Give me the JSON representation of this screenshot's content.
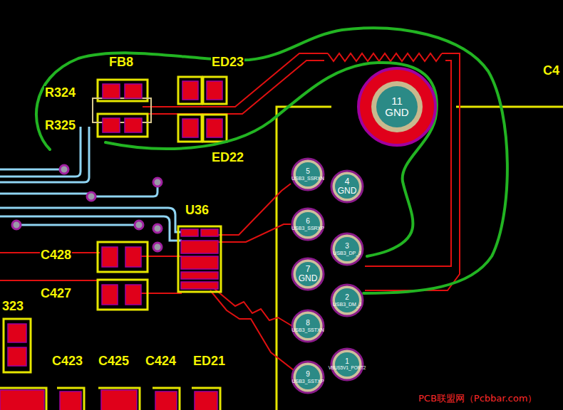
{
  "diagram": {
    "nodes": [
      {
        "text": [
          "11",
          "GND"
        ]
      },
      {
        "text": [
          "5",
          "USB3_SSRXN"
        ]
      },
      {
        "text": [
          "4",
          "GND"
        ]
      },
      {
        "text": [
          "6",
          "USB3_SSRXP"
        ]
      },
      {
        "text": [
          "3",
          "USB3_DP_J"
        ]
      },
      {
        "text": [
          "7",
          "GND"
        ]
      },
      {
        "text": [
          "2",
          "USB3_DM_J"
        ]
      },
      {
        "text": [
          "8",
          "USB3_SSTXN"
        ]
      },
      {
        "text": [
          "1",
          "VBUS5V1_PORT2"
        ]
      },
      {
        "text": [
          "9",
          "USB3_SSTXP"
        ]
      }
    ],
    "labels": [
      "FB8",
      "ED23",
      "R324",
      "R325",
      "ED22",
      "U36",
      "C428",
      "C427",
      "323",
      "C423",
      "C425",
      "C424",
      "ED21",
      "C4",
      "PCB联盟网（Pcbbar.com）"
    ]
  }
}
